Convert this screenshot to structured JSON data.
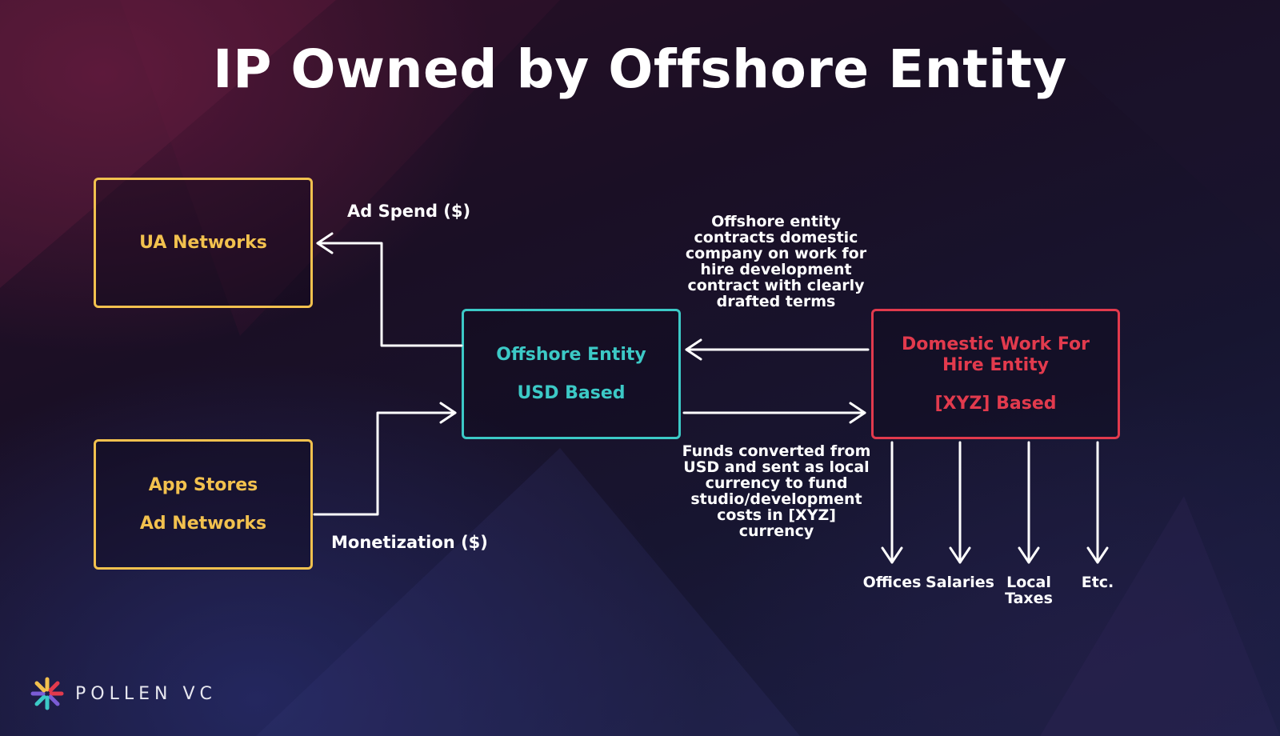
{
  "slide": {
    "title": "IP Owned by Offshore Entity"
  },
  "boxes": {
    "ua_networks": {
      "line1": "UA Networks",
      "color": "#f2c14e"
    },
    "app_stores": {
      "line1": "App Stores",
      "line2": "Ad Networks",
      "color": "#f2c14e"
    },
    "offshore": {
      "line1": "Offshore Entity",
      "line2": "USD Based",
      "color": "#3cc9c6"
    },
    "domestic": {
      "line1": "Domestic Work For",
      "line2": "Hire Entity",
      "line3": "[XYZ] Based",
      "color": "#e23a4d"
    }
  },
  "labels": {
    "ad_spend": "Ad Spend ($)",
    "monetization": "Monetization ($)"
  },
  "notes": {
    "contract": [
      "Offshore entity",
      "contracts domestic",
      "company on work for",
      "hire development",
      "contract with clearly",
      "drafted terms"
    ],
    "funds": [
      "Funds converted from",
      "USD and sent as local",
      "currency to fund",
      "studio/development",
      "costs in [XYZ] currency"
    ]
  },
  "costs": [
    {
      "label": "Offices"
    },
    {
      "label": "Salaries"
    },
    {
      "label_line1": "Local",
      "label_line2": "Taxes"
    },
    {
      "label": "Etc."
    }
  ],
  "brand": {
    "name": "POLLEN VC",
    "icon": "pollen-star-icon",
    "icon_colors": [
      "#f2c14e",
      "#e23a4d",
      "#3cc9c6",
      "#7b5cd6"
    ]
  }
}
